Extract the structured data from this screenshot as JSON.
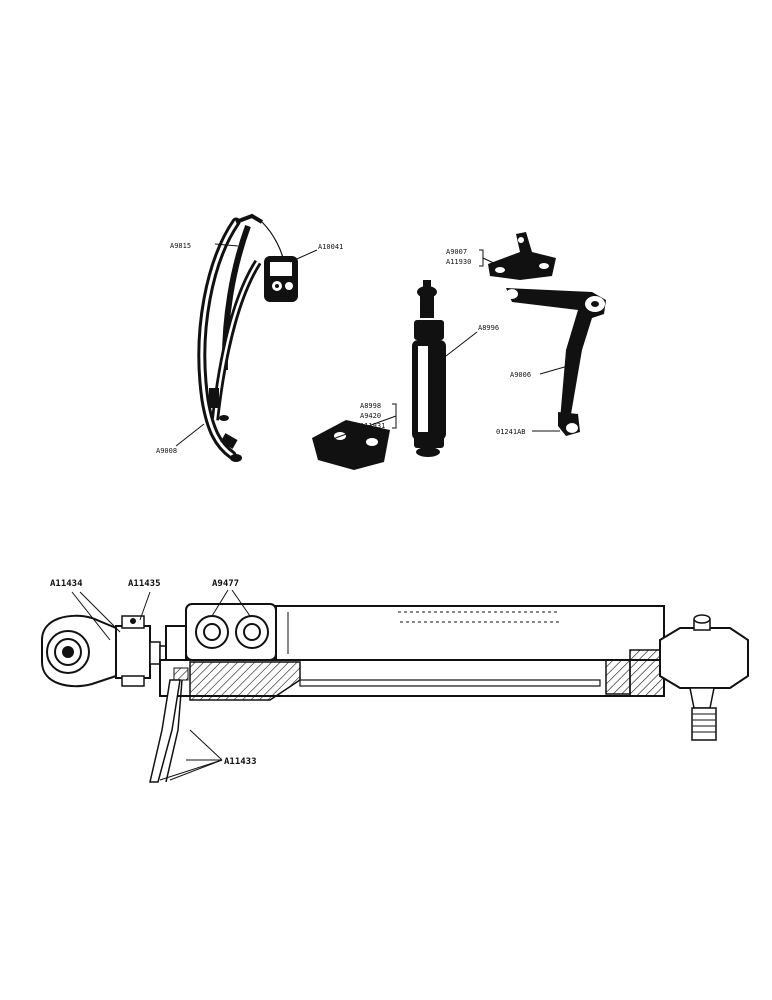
{
  "labels": {
    "hose": "A9815",
    "valve": "A10041",
    "hose_lower": "A9008",
    "bracket_group": [
      "A8998",
      "A9420",
      "A11931"
    ],
    "cylinder": "A8996",
    "top_bracket_group": [
      "A9007",
      "A11930"
    ],
    "arm": "A9006",
    "pin": "01241AB",
    "rod_end": "A11434",
    "nut": "A11435",
    "fittings": "A9477",
    "seals": "A11433"
  },
  "colors": {
    "ink": "#111111",
    "paper": "#ffffff"
  }
}
